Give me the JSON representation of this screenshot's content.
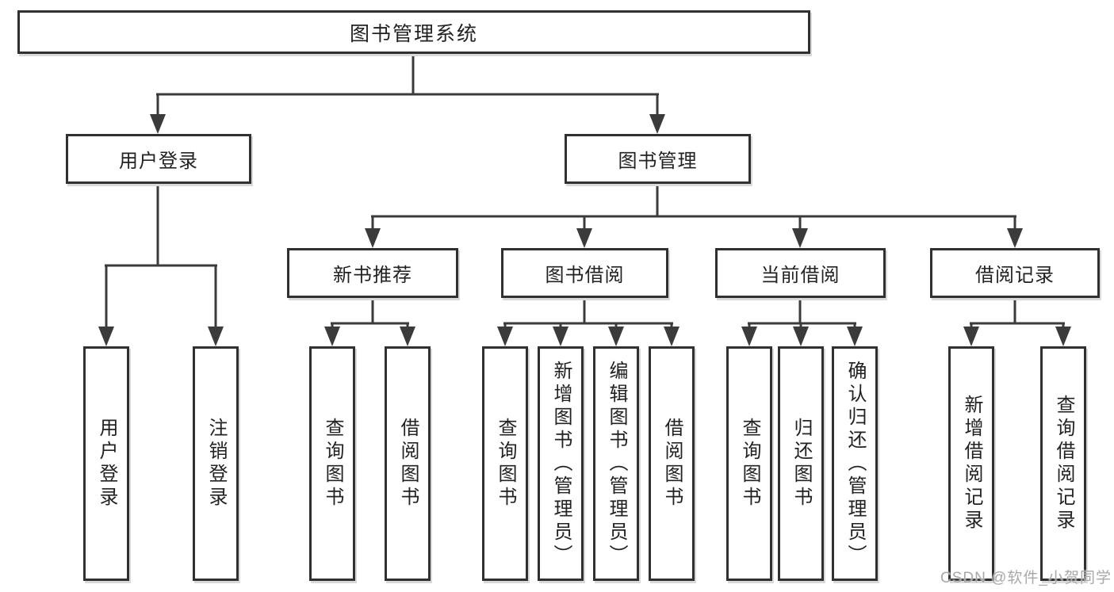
{
  "colors": {
    "background": "#ffffff",
    "line": "#3b3b3b",
    "box_border": "#303030",
    "text": "#222222",
    "watermark": "#a8a8a8"
  },
  "watermark": {
    "text": "CSDN @软件_小贺同学"
  },
  "diagram": {
    "root": {
      "label": "图书管理系统"
    },
    "branches": [
      {
        "label": "用户登录",
        "children": [
          {
            "label": "用户登录"
          },
          {
            "label": "注销登录"
          }
        ]
      },
      {
        "label": "图书管理",
        "children": [
          {
            "label": "新书推荐",
            "children": [
              {
                "label": "查询图书"
              },
              {
                "label": "借阅图书"
              }
            ]
          },
          {
            "label": "图书借阅",
            "children": [
              {
                "label": "查询图书"
              },
              {
                "label": "新增图书（管理员）"
              },
              {
                "label": "编辑图书（管理员）"
              },
              {
                "label": "借阅图书"
              }
            ]
          },
          {
            "label": "当前借阅",
            "children": [
              {
                "label": "查询图书"
              },
              {
                "label": "归还图书"
              },
              {
                "label": "确认归还（管理员）"
              }
            ]
          },
          {
            "label": "借阅记录",
            "children": [
              {
                "label": "新增借阅记录"
              },
              {
                "label": "查询借阅记录"
              }
            ]
          }
        ]
      }
    ]
  }
}
